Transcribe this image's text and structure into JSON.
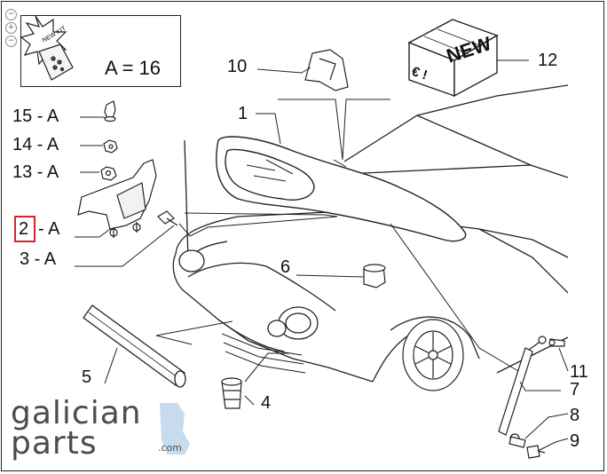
{
  "zoom": {
    "in_icon": "zoom-in-icon",
    "out_icon": "zoom-out-icon",
    "in_symbol": "+",
    "out_symbol": "−"
  },
  "legend": {
    "badge_text": "NEW KIT",
    "text": "A = 16"
  },
  "box_label": "NEW",
  "box_symbol": "€ !",
  "labels": {
    "l15": "15 - A",
    "l14": "14 - A",
    "l13": "13 - A",
    "l2_num": "2",
    "l2_rest": "- A",
    "l3": "3 - A",
    "p1": "1",
    "p4": "4",
    "p5": "5",
    "p6": "6",
    "p7": "7",
    "p8": "8",
    "p9": "9",
    "p10": "10",
    "p11": "11",
    "p12": "12"
  },
  "logo": {
    "line1": "galician",
    "line2": "parts",
    "domain": ".com"
  },
  "colors": {
    "highlight": "#d0262a",
    "logo_text": "#4c4c4c",
    "logo_accent": "#c6dcee"
  }
}
